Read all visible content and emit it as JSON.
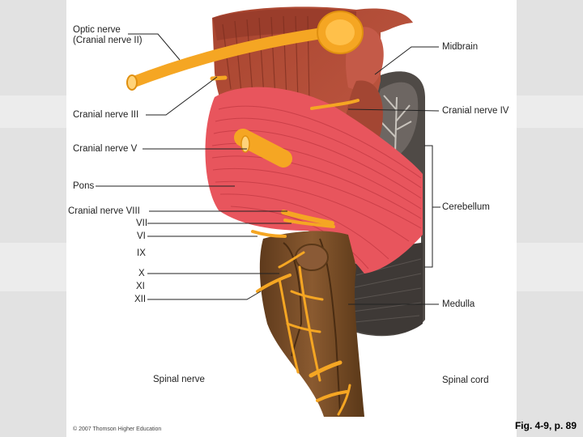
{
  "labels": {
    "optic_nerve_line1": "Optic nerve",
    "optic_nerve_line2": "(Cranial nerve II)",
    "cranial_nerve_iii": "Cranial nerve III",
    "cranial_nerve_v": "Cranial nerve V",
    "pons": "Pons",
    "cranial_nerve_viii": "Cranial nerve VIII",
    "vii": "VII",
    "vi": "VI",
    "ix": "IX",
    "x": "X",
    "xi": "XI",
    "xii": "XII",
    "spinal_nerve": "Spinal nerve",
    "midbrain": "Midbrain",
    "cranial_nerve_iv": "Cranial nerve IV",
    "cerebellum": "Cerebellum",
    "medulla": "Medulla",
    "spinal_cord": "Spinal cord"
  },
  "footer": {
    "copyright": "© 2007 Thomson Higher Education",
    "figure_ref": "Fig. 4-9, p. 89"
  },
  "colors": {
    "nerve": "#f5a623",
    "pons": "#e8555d",
    "midbrain": "#b8503f",
    "medulla": "#7a4a24",
    "cerebellum": "#4f4a46"
  }
}
